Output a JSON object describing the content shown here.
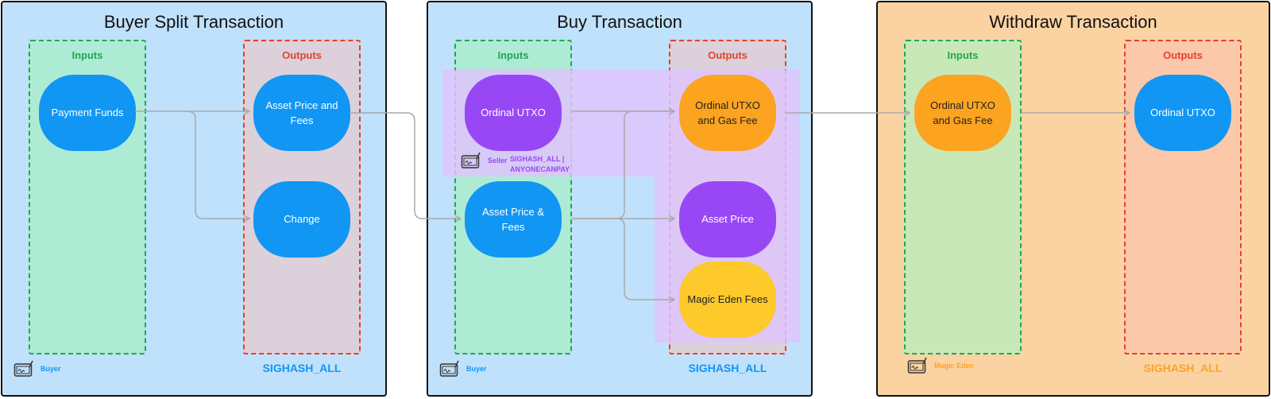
{
  "panels": [
    {
      "title": "Buyer Split Transaction",
      "inputs_label": "Inputs",
      "outputs_label": "Outputs",
      "nodes": {
        "payment_funds": "Payment Funds",
        "asset_price_and_fees": "Asset Price and Fees",
        "change": "Change"
      },
      "signer": "Buyer",
      "sighash": "SIGHASH_ALL"
    },
    {
      "title": "Buy Transaction",
      "inputs_label": "Inputs",
      "outputs_label": "Outputs",
      "nodes": {
        "ordinal_utxo": "Ordinal UTXO",
        "asset_price_fees": "Asset Price & Fees",
        "ordinal_utxo_gas": "Ordinal UTXO and Gas Fee",
        "asset_price": "Asset Price",
        "magic_eden_fees": "Magic Eden Fees"
      },
      "seller_signer": "Seller",
      "seller_sighash_line1": "SIGHASH_ALL |",
      "seller_sighash_line2": "ANYONECANPAY",
      "signer": "Buyer",
      "sighash": "SIGHASH_ALL"
    },
    {
      "title": "Withdraw Transaction",
      "inputs_label": "Inputs",
      "outputs_label": "Outputs",
      "nodes": {
        "ordinal_utxo_gas": "Ordinal UTXO and Gas Fee",
        "ordinal_utxo": "Ordinal UTXO"
      },
      "signer": "Magic Eden",
      "sighash": "SIGHASH_ALL"
    }
  ],
  "colors": {
    "panel_blue": "#bfe1fb",
    "panel_orange": "#fbd3a3",
    "inputs_green": "#22a653",
    "outputs_red": "#e6402c",
    "node_blue": "#1196f4",
    "node_purple": "#9847f5",
    "node_orange": "#fca31f",
    "node_yellow": "#fdc92b",
    "sighash_blue": "#1196f4",
    "sighash_orange": "#fca31f",
    "arrow_gray": "#a9a9a9"
  },
  "icons": {
    "signer": "signature-pad-icon"
  }
}
